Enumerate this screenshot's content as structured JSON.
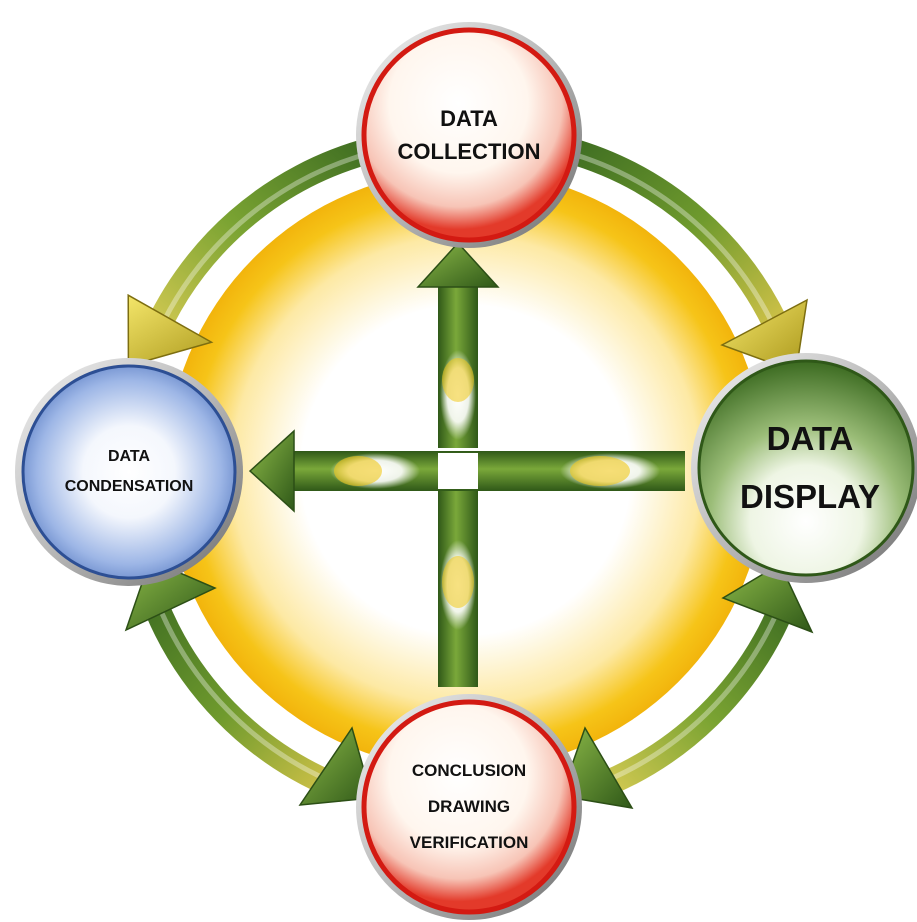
{
  "diagram": {
    "nodes": {
      "collection": {
        "lines": [
          "DATA",
          "COLLECTION"
        ],
        "color": "#e0231c"
      },
      "display": {
        "lines": [
          "DATA",
          "DISPLAY"
        ],
        "color": "#3e6b22"
      },
      "condensation": {
        "lines": [
          "DATA",
          "CONDENSATION"
        ],
        "color": "#4f7fc9"
      },
      "conclusion": {
        "lines": [
          "CONCLUSION",
          "DRAWING",
          "VERIFICATION"
        ],
        "color": "#e0231c"
      }
    },
    "colors": {
      "ring": "#f5bf12",
      "arrow_green": "#4e7d2a",
      "arrow_yellow": "#e9d21c"
    }
  }
}
